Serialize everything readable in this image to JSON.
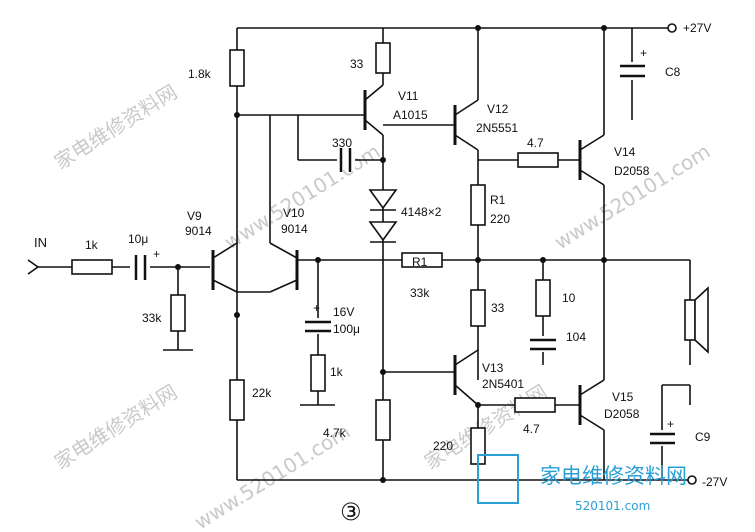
{
  "labels": {
    "in": "IN",
    "v_pos": "+27V",
    "v_neg": "-27V",
    "r_1k8": "1.8k",
    "r_33_top": "33",
    "v11": "V11",
    "v11_part": "A1015",
    "v12": "V12",
    "v12_part": "2N5551",
    "c8": "C8",
    "c_330": "330",
    "r_4_7_top": "4.7",
    "v14": "V14",
    "v14_part": "D2058",
    "diodes": "4148×2",
    "r1_vert": "R1",
    "r1_vert_val": "220",
    "v9": "V9",
    "v9_part": "9014",
    "v10": "V10",
    "v10_part": "9014",
    "r_in_1k": "1k",
    "c_in": "10μ",
    "r_33k_left": "33k",
    "r1_horiz": "R1",
    "r1_horiz_val": "33k",
    "c_16v": "16V",
    "c_100u": "100μ",
    "r_1k_bot": "1k",
    "r_22k": "22k",
    "r_33_mid": "33",
    "r_10": "10",
    "c_104": "104",
    "v13": "V13",
    "v13_part": "2N5401",
    "r_4_7k": "4.7k",
    "r_220": "220",
    "r_4_7_bot": "4.7",
    "v15": "V15",
    "v15_part": "D2058",
    "c9": "C9",
    "figure_no": "③"
  },
  "watermarks": {
    "cn_a": "家电维修资料网",
    "cn_b": "家电维修资料网",
    "cn_c": "家电维修资料网",
    "url_a": "www.520101.com",
    "url_b": "www.520101.com",
    "url_c": "www.520101.com",
    "logo_text": "家电维修资料网",
    "logo_url": "520101.com"
  },
  "colors": {
    "ink": "#111111",
    "watermark": "#c9c9c9",
    "logo": "#2a9fd6"
  }
}
